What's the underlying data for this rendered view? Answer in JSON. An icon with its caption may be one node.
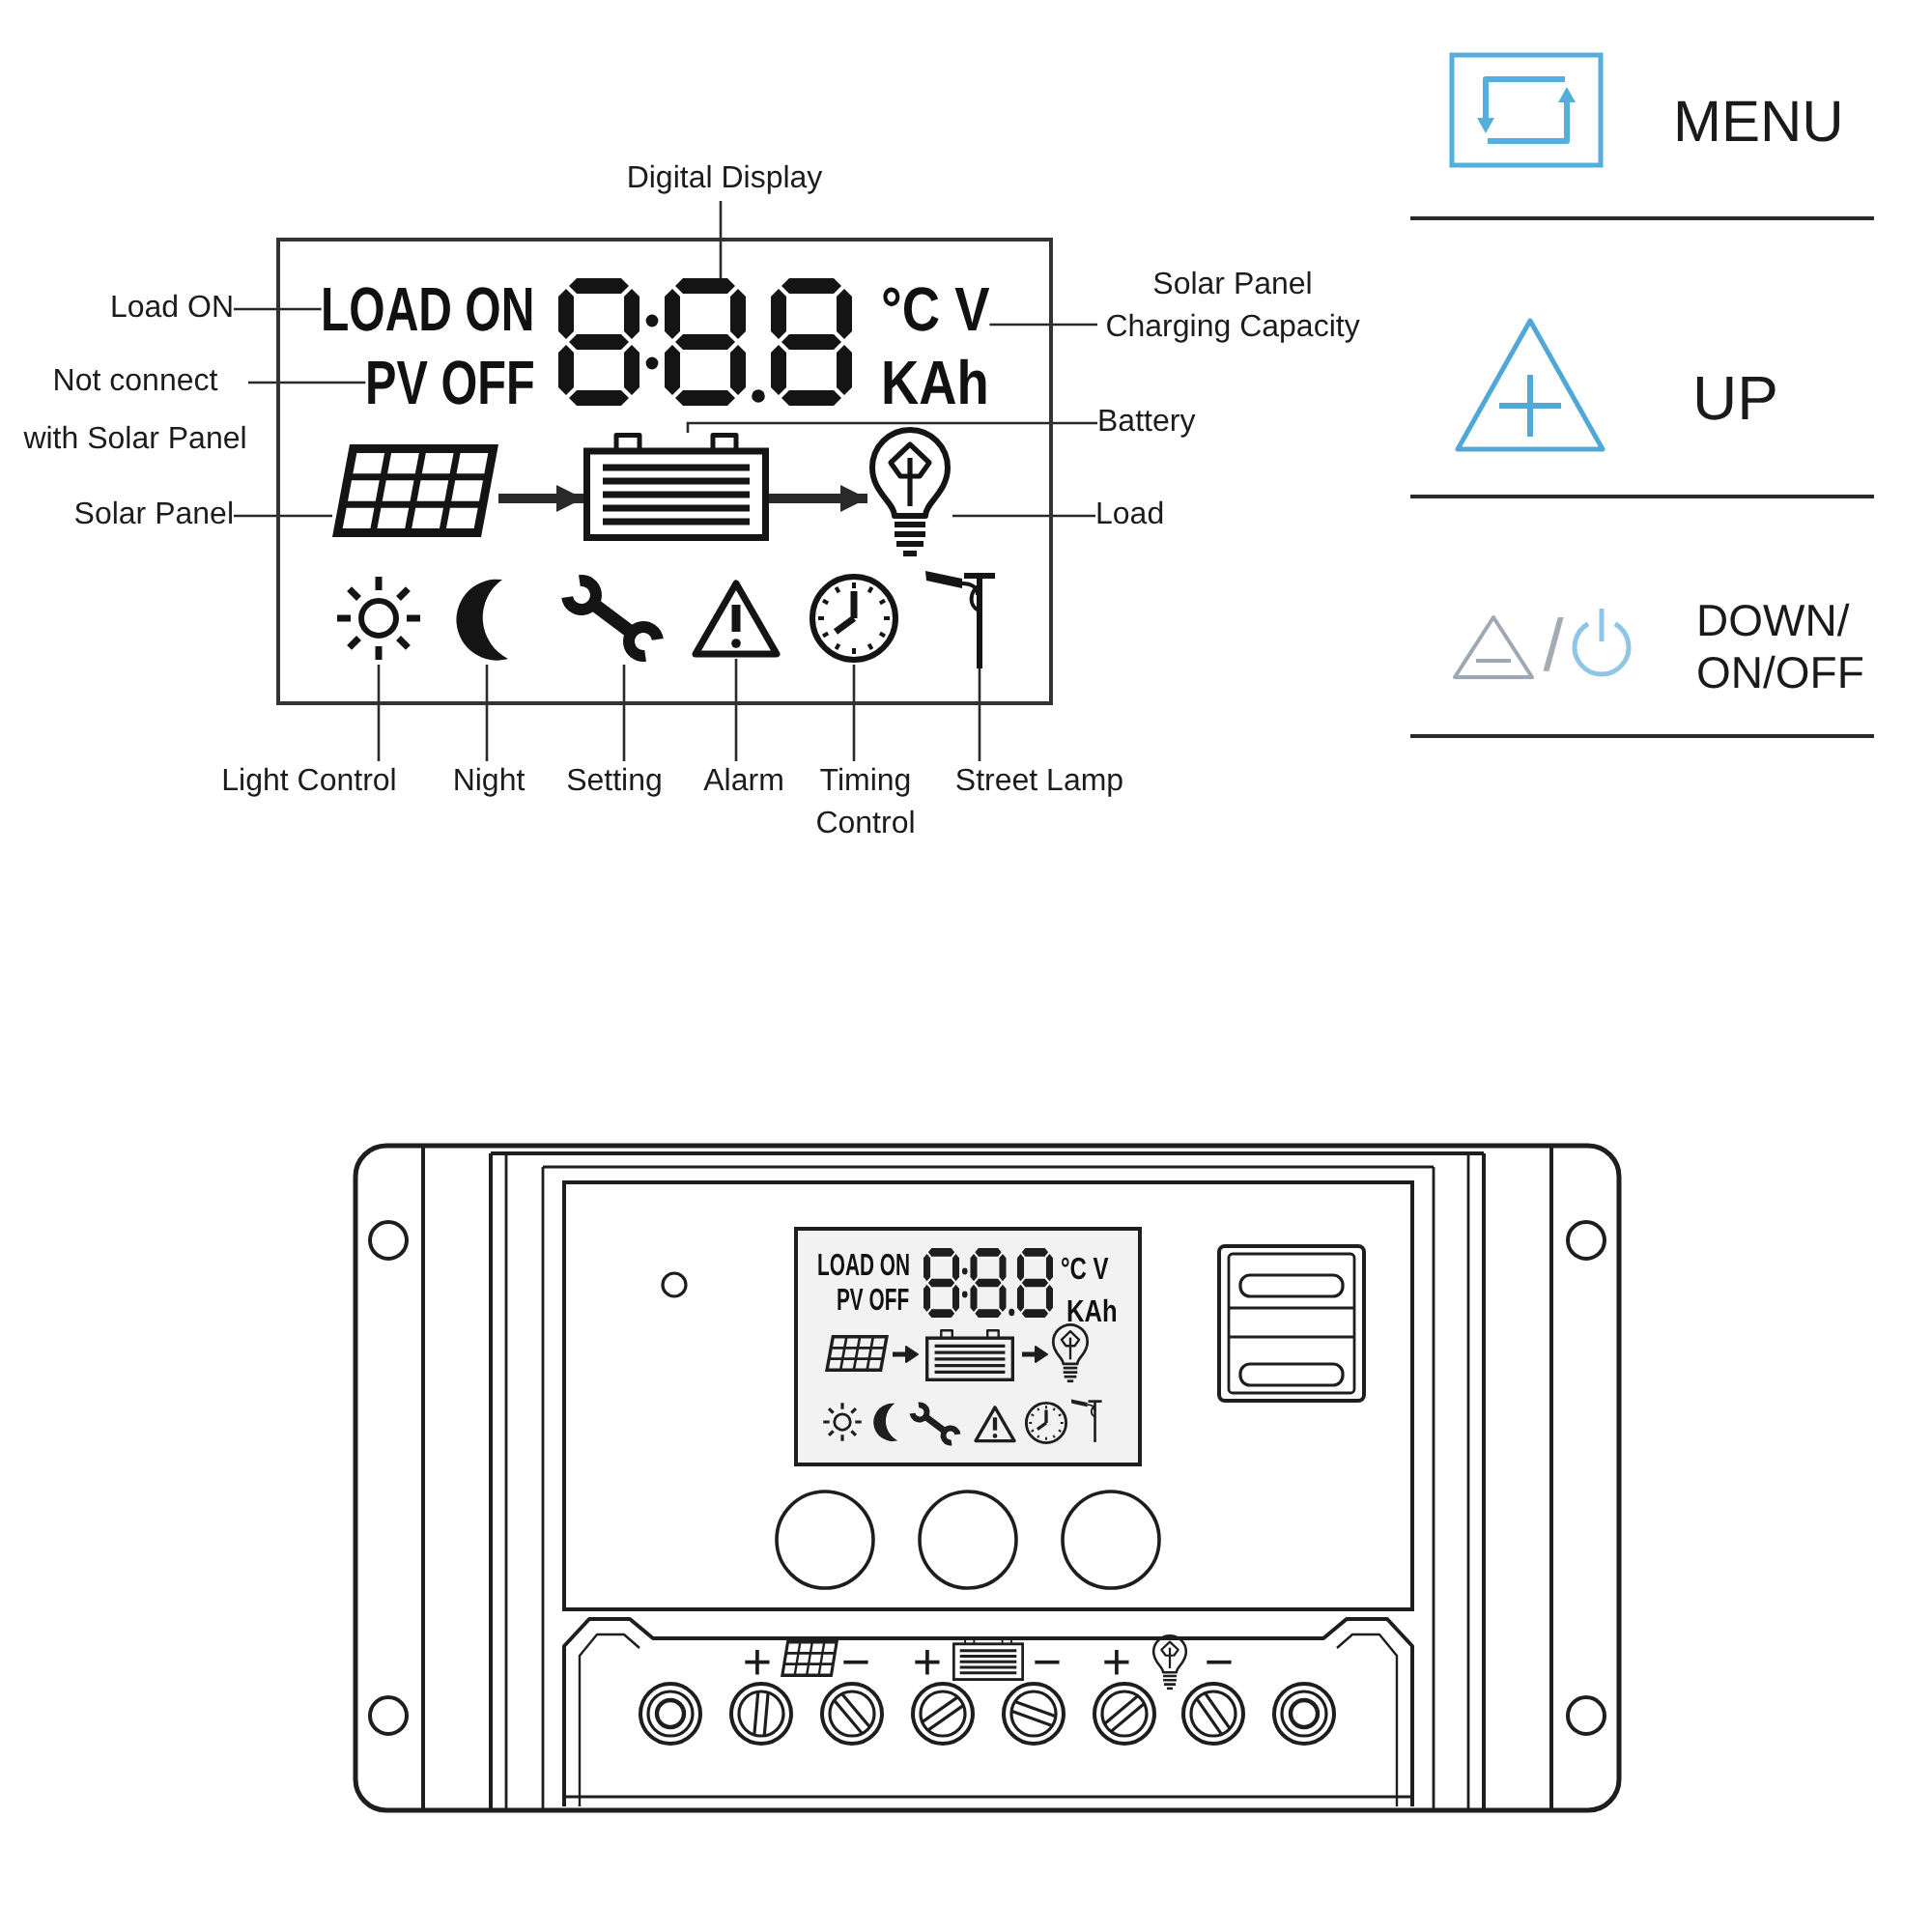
{
  "diagram": {
    "nodes": [
      {
        "text": [
          "Digital Display"
        ]
      },
      {
        "text": [],
        "shape": "box"
      },
      {
        "text": [
          "LOAD ON"
        ],
        "in": 1
      },
      {
        "text": [],
        "shape": "display",
        "in": 1
      },
      {
        "text": [
          "°C V",
          "KAh"
        ],
        "in": 1
      },
      {
        "text": [
          "PV OFF"
        ],
        "in": 1
      },
      {
        "text": [],
        "shape": "panel",
        "in": 1
      },
      {
        "text": [],
        "shape": "battery",
        "in": 1
      },
      {
        "text": [],
        "shape": "bulb",
        "in": 1
      },
      {
        "text": [],
        "shape": "sun",
        "in": 1
      },
      {
        "text": [],
        "shape": "moon",
        "in": 1
      },
      {
        "text": [],
        "shape": "wrench",
        "in": 1
      },
      {
        "text": [],
        "shape": "warning",
        "in": 1
      },
      {
        "text": [],
        "shape": "clock",
        "in": 1
      },
      {
        "text": [],
        "shape": "lamp",
        "in": 1
      },
      {
        "text": [
          "Load ON"
        ]
      },
      {
        "text": [
          "Not connect with Solar Panel"
        ]
      },
      {
        "text": [
          "Solar Panel"
        ]
      },
      {
        "text": [
          "Solar Panel Charging Capacity"
        ]
      },
      {
        "text": [
          "Battery"
        ]
      },
      {
        "text": [
          "Load"
        ]
      },
      {
        "text": [
          "Light Control"
        ]
      },
      {
        "text": [
          "Night"
        ]
      },
      {
        "text": [
          "Setting"
        ]
      },
      {
        "text": [
          "Alarm"
        ]
      },
      {
        "text": [
          "Timing Control"
        ]
      },
      {
        "text": [
          "Street Lamp"
        ]
      }
    ],
    "edges": [
      {
        "from": 0,
        "to": 3,
        "arrow": "none"
      },
      {
        "from": 15,
        "to": 2,
        "arrow": "none"
      },
      {
        "from": 16,
        "to": 5,
        "arrow": "none"
      },
      {
        "from": 17,
        "to": 6,
        "arrow": "none"
      },
      {
        "from": 18,
        "to": 4,
        "arrow": "none"
      },
      {
        "from": 19,
        "to": 7,
        "arrow": "none"
      },
      {
        "from": 20,
        "to": 8,
        "arrow": "none"
      },
      {
        "from": 6,
        "to": 7,
        "arrow": "to",
        "style": "thick"
      },
      {
        "from": 7,
        "to": 8,
        "arrow": "to",
        "style": "thick"
      },
      {
        "from": 21,
        "to": 9,
        "arrow": "none"
      },
      {
        "from": 22,
        "to": 10,
        "arrow": "none"
      },
      {
        "from": 23,
        "to": 11,
        "arrow": "none"
      },
      {
        "from": 24,
        "to": 12,
        "arrow": "none"
      },
      {
        "from": 25,
        "to": 13,
        "arrow": "none"
      },
      {
        "from": 26,
        "to": 14,
        "arrow": "none"
      }
    ],
    "labels": [
      "MENU",
      "UP",
      "/",
      "DOWN/ ON/OFF",
      "LOAD ON",
      "PV OFF",
      "°C V",
      "KAh",
      "+",
      "−",
      "+",
      "−",
      "+",
      "−"
    ]
  }
}
